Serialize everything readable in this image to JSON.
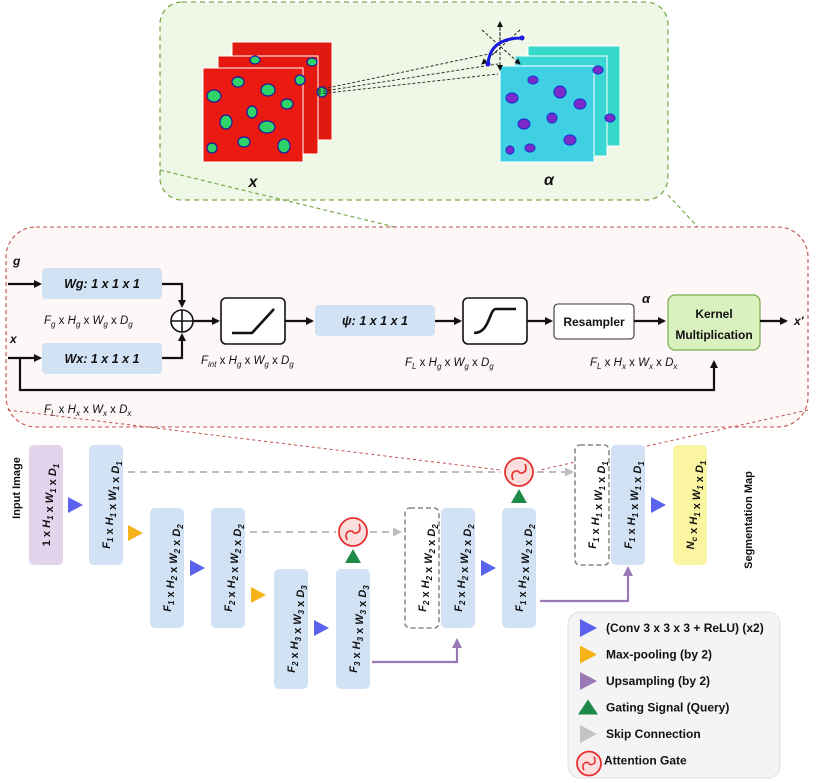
{
  "top_panel": {
    "x_label": "x",
    "alpha_label": "α"
  },
  "gate_block": {
    "g_label": "g",
    "x_label": "x",
    "x_out_label": "x'",
    "alpha_label": "α",
    "wg_box": "Wg: 1 x 1 x 1",
    "wx_box": "Wx: 1 x 1 x 1",
    "psi_box": "ψ: 1 x 1 x 1",
    "resampler_box": "Resampler",
    "kernel_line1": "Kernel",
    "kernel_line2": "Multiplication",
    "dim_fg": "F_g x H_g x W_g x D_g",
    "dim_fint": "F_int x H_g x W_g x D_g",
    "dim_fl_g": "F_L x H_g x W_g x D_g",
    "dim_fl_x_right": "F_L x H_x x W_x x D_x",
    "dim_fl_x_bottom": "F_L x H_x x W_x x D_x"
  },
  "unet": {
    "input_label": "Input Image",
    "output_label": "Segmentation Map",
    "boxes": [
      "1 x H1 x W1 x D1",
      "F1 x H1 x W1 x D1",
      "F1 x H2 x W2 x D2",
      "F2 x H2 x W2 x D2",
      "F2 x H3 x W3 x D3",
      "F3 x H3 x W3 x D3",
      "F2 x H2 x W2 x D2",
      "F2 x H2 x W2 x D2",
      "F1 x H2 x W2 x D2",
      "F1 x H1 x W1 x D1",
      "F1 x H1 x W1 x D1",
      "Nc x H1 x W1 x D1"
    ]
  },
  "legend": {
    "items": [
      "(Conv 3 x 3 x 3 + ReLU) (x2)",
      "Max-pooling (by 2)",
      "Upsampling  (by 2)",
      "Gating Signal (Query)",
      "Skip Connection",
      "Attention Gate"
    ]
  },
  "colors": {
    "conv_blue": "#5b62ee",
    "pool_orange": "#f6b21a",
    "upsample_purple": "#9a77b5",
    "gating_green": "#1e8a4a",
    "skip_gray": "#c4c4c4",
    "attention_red": "#e53030",
    "box_blue": "#d2e2f5",
    "input_lilac": "#e3d3ec",
    "output_yellow": "#fbf5a2",
    "green_panel": "#eff7e6"
  }
}
